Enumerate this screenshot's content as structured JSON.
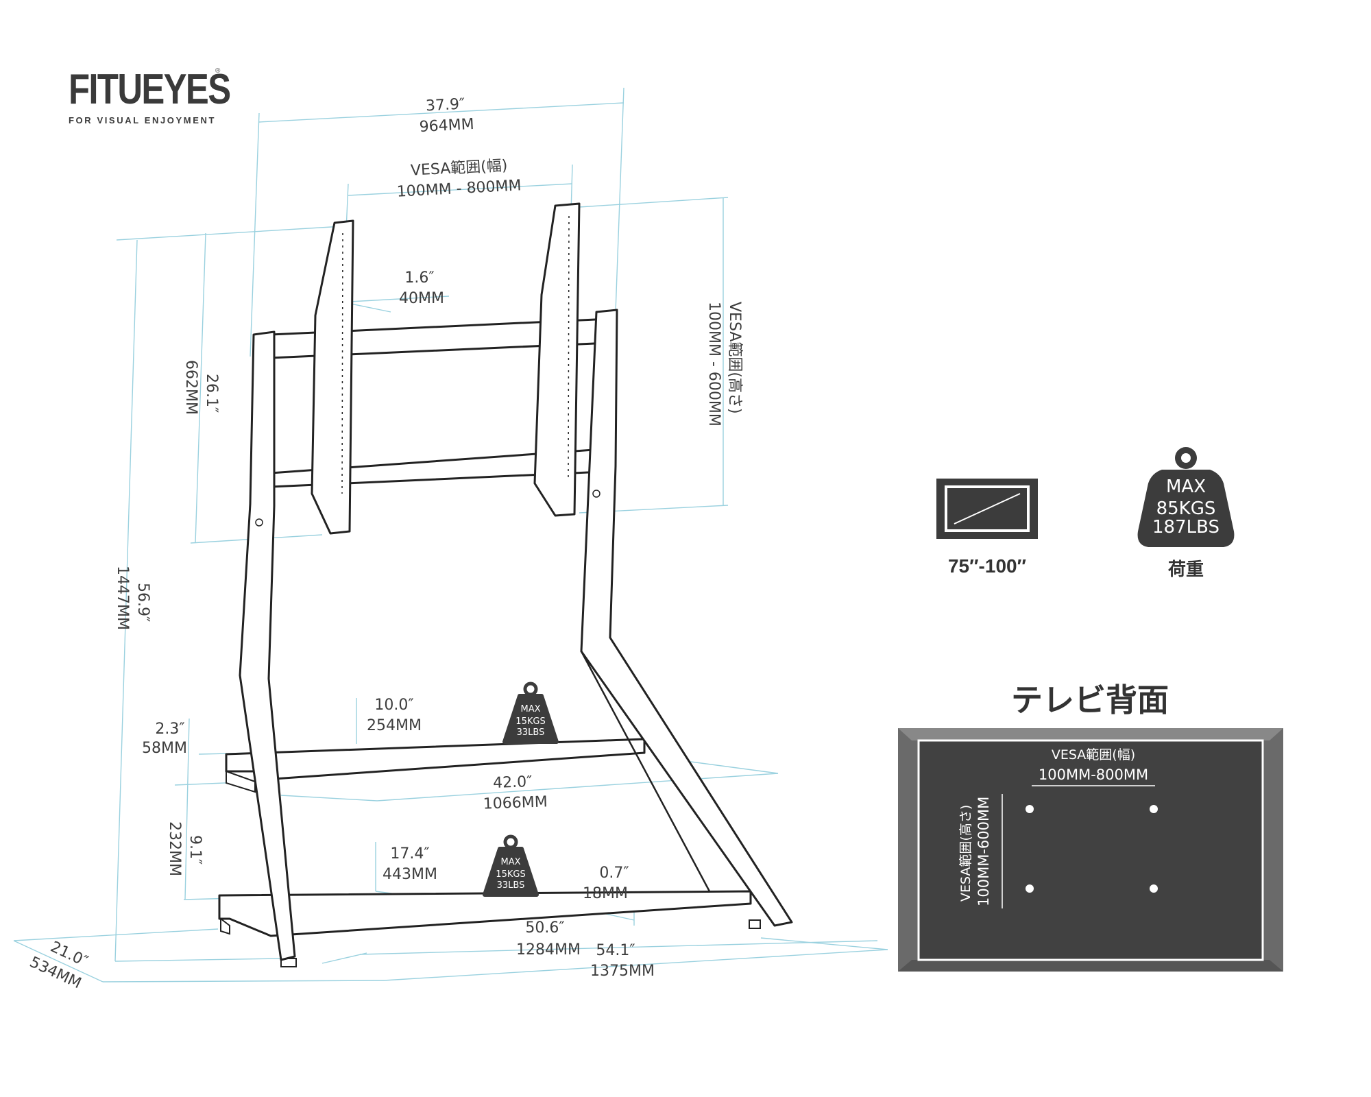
{
  "brand": {
    "name": "FITUEYES",
    "registered": "®",
    "tagline": "FOR VISUAL ENJOYMENT"
  },
  "dimensions": {
    "total_width": {
      "inch": "37.9″",
      "mm": "964MM"
    },
    "vesa_width": {
      "title": "VESA範囲(幅)",
      "mm": "100MM - 800MM"
    },
    "bracket_depth": {
      "inch": "1.6″",
      "mm": "40MM"
    },
    "vesa_height": {
      "title": "VESA範囲(高さ)",
      "mm": "100MM - 600MM"
    },
    "height_adjust": {
      "inch": "26.1″",
      "mm": "662MM"
    },
    "total_height": {
      "inch": "56.9″",
      "mm": "1447MM"
    },
    "upper_shelf_depth": {
      "inch": "10.0″",
      "mm": "254MM"
    },
    "shelf_thickness": {
      "inch": "2.3″",
      "mm": "58MM"
    },
    "upper_shelf_width": {
      "inch": "42.0″",
      "mm": "1066MM"
    },
    "shelf_gap": {
      "inch": "9.1″",
      "mm": "232MM"
    },
    "lower_shelf_depth": {
      "inch": "17.4″",
      "mm": "443MM"
    },
    "lower_shelf_thickness": {
      "inch": "0.7″",
      "mm": "18MM"
    },
    "lower_shelf_width": {
      "inch": "50.6″",
      "mm": "1284MM"
    },
    "base_width": {
      "inch": "54.1″",
      "mm": "1375MM"
    },
    "base_depth": {
      "inch": "21.0″",
      "mm": "534MM"
    }
  },
  "shelf_weights": {
    "upper": {
      "max": "MAX",
      "kg": "15KGS",
      "lbs": "33LBS"
    },
    "lower": {
      "max": "MAX",
      "kg": "15KGS",
      "lbs": "33LBS"
    }
  },
  "specs": {
    "tv_size": "75″-100″",
    "load": {
      "max": "MAX",
      "kg": "85KGS",
      "lbs": "187LBS",
      "label": "荷重"
    }
  },
  "tv_back": {
    "title": "テレビ背面",
    "vesa_width_title": "VESA範囲(幅)",
    "vesa_width_mm": "100MM-800MM",
    "vesa_height_title": "VESA範囲(高さ)",
    "vesa_height_mm": "100MM-600MM"
  },
  "colors": {
    "dimension_line": "#9ad1df",
    "frame_stroke": "#222222",
    "tv_panel": "#414141",
    "tv_bezel": "#6a6a6a",
    "weight_icon": "#3c3c3c"
  }
}
